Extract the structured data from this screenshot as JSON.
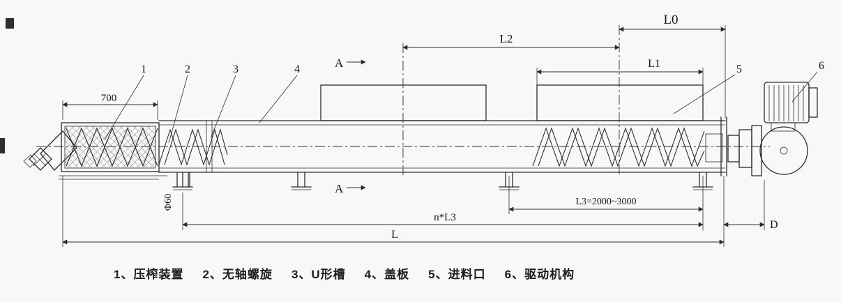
{
  "drawing": {
    "background": "#f8f8f6",
    "line_color": "#2b2b2b",
    "dims": {
      "width700": "700",
      "phi60": "Φ60",
      "l2": "L2",
      "l0": "L0",
      "l1": "L1",
      "l3": "L3=2000~3000",
      "nl3": "n*L3",
      "l": "L",
      "d": "D"
    },
    "section": {
      "top": "A",
      "bottom": "A"
    },
    "parts": {
      "p1": "1",
      "p2": "2",
      "p3": "3",
      "p4": "4",
      "p5": "5",
      "p6": "6"
    },
    "legend": [
      {
        "label": "1、压榨装置"
      },
      {
        "label": "2、无轴螺旋"
      },
      {
        "label": "3、U形槽"
      },
      {
        "label": "4、盖板"
      },
      {
        "label": "5、进料口"
      },
      {
        "label": "6、驱动机构"
      }
    ]
  }
}
